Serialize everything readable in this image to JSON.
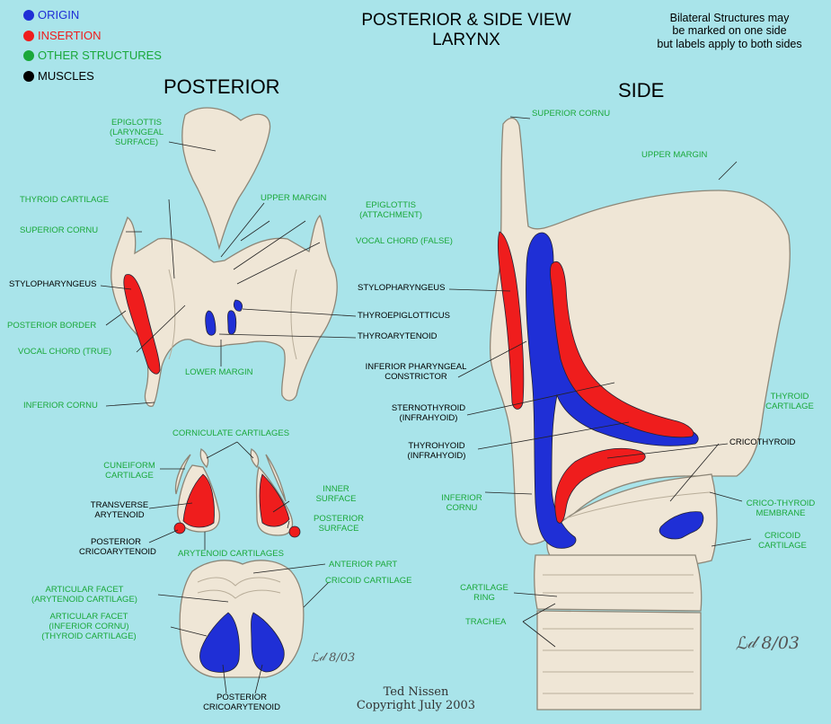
{
  "legend": {
    "origin": {
      "label": "ORIGIN",
      "color": "#1f2fd6"
    },
    "insertion": {
      "label": "INSERTION",
      "color": "#ef1d1d"
    },
    "other": {
      "label": "OTHER STRUCTURES",
      "color": "#1aa83a"
    },
    "muscles": {
      "label": "MUSCLES",
      "color": "#000000"
    }
  },
  "title": {
    "line1": "POSTERIOR & SIDE VIEW",
    "line2": "LARYNX"
  },
  "note": {
    "line1": "Bilateral Structures may",
    "line2": "be marked on one side",
    "line3": "but labels apply to both sides"
  },
  "headings": {
    "posterior": "POSTERIOR",
    "side": "SIDE"
  },
  "colors": {
    "background": "#a9e4ea",
    "cartilage": "#efe6d6",
    "outline": "#8d8677",
    "origin": "#1f2fd6",
    "insertion": "#ef1d1d",
    "structure": "#1aa83a"
  },
  "posterior_labels": {
    "epiglottis_laryngeal": [
      "EPIGLOTTIS",
      "(LARYNGEAL",
      "SURFACE)"
    ],
    "upper_margin": "UPPER MARGIN",
    "thyroid_cartilage": "THYROID CARTILAGE",
    "epiglottis_attachment": [
      "EPIGLOTTIS",
      "(ATTACHMENT)"
    ],
    "superior_cornu": "SUPERIOR CORNU",
    "vocal_chord_false": "VOCAL CHORD (FALSE)",
    "stylopharyngeus": "STYLOPHARYNGEUS",
    "thyroepiglotticus": "THYROEPIGLOTTICUS",
    "posterior_border": "POSTERIOR BORDER",
    "thyroarytenoid": "THYROARYTENOID",
    "vocal_chord_true": "VOCAL CHORD (TRUE)",
    "lower_margin": "LOWER MARGIN",
    "inferior_cornu": "INFERIOR CORNU",
    "corniculate": "CORNICULATE CARTILAGES",
    "cuneiform": [
      "CUNEIFORM",
      "CARTILAGE"
    ],
    "transverse_arytenoid": [
      "TRANSVERSE",
      "ARYTENOID"
    ],
    "inner_surface": [
      "INNER",
      "SURFACE"
    ],
    "posterior_surface": [
      "POSTERIOR",
      "SURFACE"
    ],
    "posterior_cricoarytenoid_small": [
      "POSTERIOR",
      "CRICOARYTENOID"
    ],
    "arytenoid_cartilages": "ARYTENOID CARTILAGES",
    "anterior_part": "ANTERIOR PART",
    "articular_facet_arytenoid": [
      "ARTICULAR FACET",
      "(ARYTENOID CARTILAGE)"
    ],
    "cricoid_cartilage": "CRICOID CARTILAGE",
    "articular_facet_inferior": [
      "ARTICULAR FACET",
      "(INFERIOR CORNU)",
      "(THYROID CARTILAGE)"
    ],
    "posterior_cricoarytenoid": [
      "POSTERIOR",
      "CRICOARYTENOID"
    ]
  },
  "side_labels": {
    "superior_cornu": "SUPERIOR CORNU",
    "upper_margin": "UPPER MARGIN",
    "stylopharyngeus": "STYLOPHARYNGEUS",
    "inferior_pharyngeal": [
      "INFERIOR PHARYNGEAL",
      "CONSTRICTOR"
    ],
    "thyroid_cartilage": [
      "THYROID",
      "CARTILAGE"
    ],
    "sternothyroid": [
      "STERNOTHYROID",
      "(INFRAHYOID)"
    ],
    "thyrohyoid": [
      "THYROHYOID",
      "(INFRAHYOID)"
    ],
    "cricothyroid": "CRICOTHYROID",
    "inferior_cornu": [
      "INFERIOR",
      "CORNU"
    ],
    "crico_thyroid_membrane": [
      "CRICO-THYROID",
      "MEMBRANE"
    ],
    "cricoid_cartilage": [
      "CRICOID",
      "CARTILAGE"
    ],
    "cartilage_ring": [
      "CARTILAGE",
      "RING"
    ],
    "trachea": "TRACHEA"
  },
  "signatures": {
    "left_date": "8/03",
    "right_date": "8/03"
  },
  "credit": {
    "line1": "Ted Nissen",
    "line2": "Copyright July 2003"
  }
}
